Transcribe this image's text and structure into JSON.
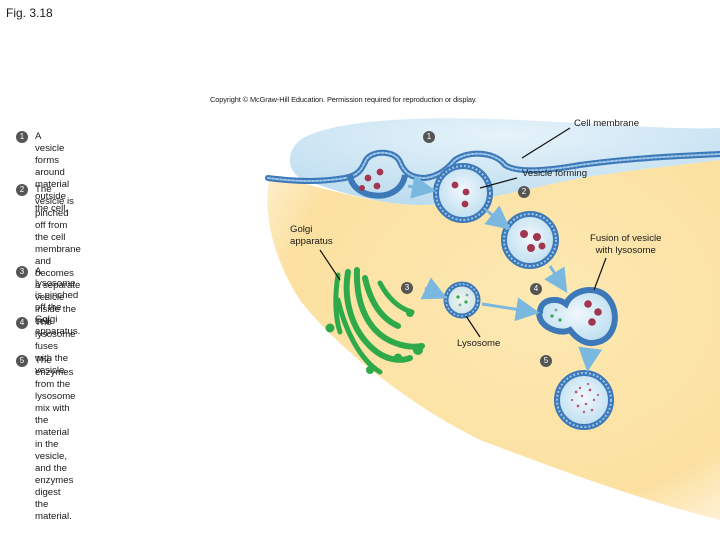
{
  "figure": {
    "title": "Fig. 3.18",
    "copyright": "Copyright © McGraw-Hill Education. Permission required for reproduction or display."
  },
  "steps": [
    {
      "num": "1",
      "lines": [
        "A vesicle forms around material",
        "outside the cell."
      ]
    },
    {
      "num": "2",
      "lines": [
        "The vesicle is pinched off from",
        "the cell membrane and",
        "becomes a separate vesicle",
        "inside the cell."
      ]
    },
    {
      "num": "3",
      "lines": [
        "A lysosome is pinched off the",
        "Golgi apparatus."
      ]
    },
    {
      "num": "4",
      "lines": [
        "The lysosome fuses with the vesicle."
      ]
    },
    {
      "num": "5",
      "lines": [
        "The enzymes from the lysosome mix with",
        "the material in the vesicle, and the",
        "enzymes digest the material."
      ]
    }
  ],
  "labels": {
    "cell_membrane": "Cell membrane",
    "vesicle_forming": "Vesicle forming",
    "golgi": [
      "Golgi",
      "apparatus"
    ],
    "fusion": [
      "Fusion of vesicle",
      "with lysosome"
    ],
    "lysosome": "Lysosome"
  },
  "badges": {
    "b1": "1",
    "b2": "2",
    "b3": "3",
    "b4": "4",
    "b5": "5"
  },
  "colors": {
    "extracellular": "#cfe6f3",
    "cytoplasm": "#fbe3a6",
    "membrane": "#3d78b8",
    "golgi": "#2faa4a",
    "particle": "#a3364f",
    "arrow": "#7ab8e0"
  }
}
